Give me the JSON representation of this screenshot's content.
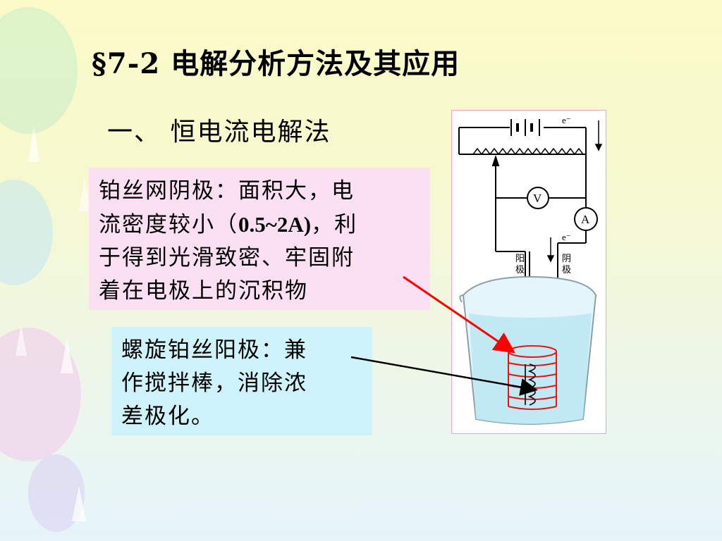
{
  "slide": {
    "title": "§7-2  电解分析方法及其应用",
    "subtitle": "一、 恒电流电解法"
  },
  "cathode_box": {
    "line1": "铂丝网阴极：面积大，电",
    "line2_a": "流密度较小（",
    "line2_b": "0.5~2A)",
    "line2_c": "，利",
    "line3": "于得到光滑致密、牢固附",
    "line4": "着在电极上的沉积物"
  },
  "anode_box": {
    "line1": "螺旋铂丝阳极：兼",
    "line2": "作搅拌棒，消除浓",
    "line3": "差极化。"
  },
  "diagram": {
    "electron_top": "e⁻",
    "electron_right": "e⁻",
    "voltmeter": "V",
    "ammeter": "A",
    "anode_label_1": "阳",
    "anode_label_2": "极",
    "cathode_label_1": "阴",
    "cathode_label_2": "极"
  },
  "colors": {
    "cathode_box_bg": "#fbe0f4",
    "anode_box_bg": "#cff3fb",
    "pointer_red": "#ff0000",
    "pointer_black": "#000000"
  }
}
